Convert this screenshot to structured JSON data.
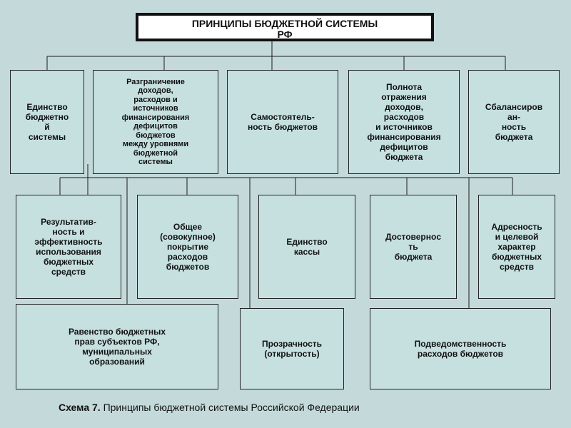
{
  "title": "ПРИНЦИПЫ БЮДЖЕТНОЙ СИСТЕМЫ\nРФ",
  "row1": [
    "Единство\nбюджетно\nй\nсистемы",
    "Разграничение\nдоходов,\nрасходов и\nисточников\nфинансирования\nдефицитов\nбюджетов\nмежду уровнями\nбюджетной\nсистемы",
    "Самостоятель-\nность бюджетов",
    "Полнота\nотражения\nдоходов,\nрасходов\nи источников\nфинансирования\nдефицитов\nбюджета",
    "Сбалансиров\nан-\nность\nбюджета"
  ],
  "row2": [
    "Результатив-\nность  и\nэффективность\nиспользования\nбюджетных\nсредств",
    "Общее\n(совокупное)\nпокрытие\nрасходов\nбюджетов",
    "Единство\nкассы",
    "Достоверноc\nть\nбюджета",
    "Адресность\nи целевой\nхарактер\nбюджетных\nсредств"
  ],
  "row3": [
    "Равенство бюджетных\nправ субъектов РФ,\nмуниципальных\nобразований",
    "Прозрачность\n(открытость)",
    "Подведомственность\nрасходов бюджетов"
  ],
  "caption": {
    "label": "Схема 7.",
    "text": " Принципы бюджетной системы Российской Федерации"
  }
}
